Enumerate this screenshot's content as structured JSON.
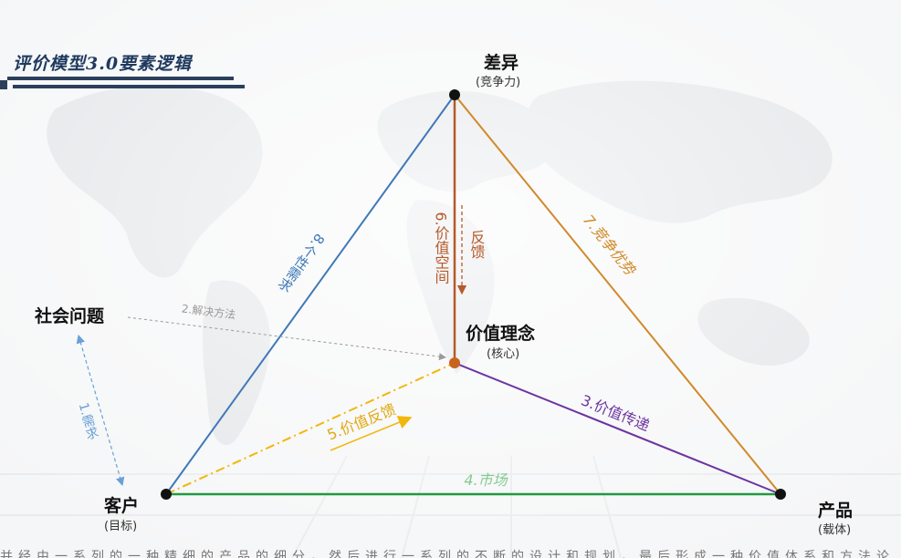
{
  "title": "评价模型3.0要素逻辑",
  "nodes": {
    "top": {
      "label": "差异",
      "sub": "(竞争力)"
    },
    "center": {
      "label": "价值理念",
      "sub": "(核心)"
    },
    "left": {
      "label": "客户",
      "sub": "(目标)"
    },
    "right": {
      "label": "产品",
      "sub": "(载体)"
    },
    "social": {
      "label": "社会问题"
    }
  },
  "edges": {
    "need": "1.需求",
    "solve": "2.解决方法",
    "value_delivery": "3.价值传递",
    "market": "4.市场",
    "value_feedback": "5.价值反馈",
    "value_space": "6.价值空间",
    "feedback": "反馈",
    "competitive": "7.竞争优势",
    "personal_need": "8.个性需求"
  },
  "colors": {
    "blue": "#3f78b8",
    "orange": "#d08a2a",
    "brown": "#b55a2a",
    "purple": "#6d34a0",
    "green": "#1f9a3e",
    "yellow": "#f2b70c",
    "grey": "#9a9a9a",
    "lightblue": "#6aa0d8"
  },
  "bottom_text": "并经由一系列的一种精细的产品的细分，然后进行一系列的不断的设计和规划，最后形成一种价值体系和方法论"
}
